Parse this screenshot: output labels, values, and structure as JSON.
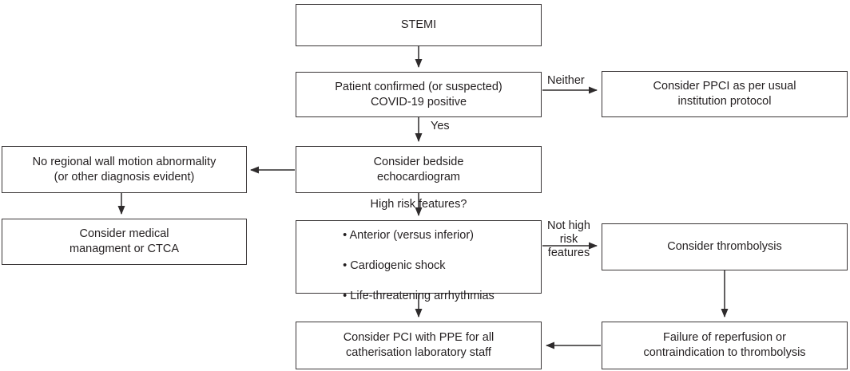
{
  "boxes": {
    "stemi": {
      "text": "STEMI"
    },
    "covid": {
      "text": "Patient confirmed (or suspected)\nCOVID-19 positive"
    },
    "ppci": {
      "text": "Consider PPCI as per usual\ninstitution protocol"
    },
    "echo": {
      "text": "Consider bedside\nechocardiogram"
    },
    "no_wall_motion": {
      "text": "No regional wall motion abnormality\n(or other diagnosis evident)"
    },
    "medical": {
      "text": "Consider medical\nmanagment or CTCA"
    },
    "high_risk": {
      "title": "High risk features?",
      "bullets": [
        "• Anterior (versus inferior)",
        "• Cardiogenic shock",
        "• Life-threatening arrhythmias"
      ]
    },
    "thrombolysis": {
      "text": "Consider thrombolysis"
    },
    "pci": {
      "text": "Consider PCI with PPE for all\ncatherisation laboratory staff"
    },
    "failure": {
      "text": "Failure of reperfusion or\ncontraindication to thrombolysis"
    }
  },
  "edge_labels": {
    "neither": "Neither",
    "yes": "Yes",
    "not_high_risk": "Not high\nrisk\nfeatures"
  },
  "colors": {
    "line": "#2e2b2c",
    "border": "#3a3637",
    "text": "#231f20",
    "background": "#ffffff"
  }
}
